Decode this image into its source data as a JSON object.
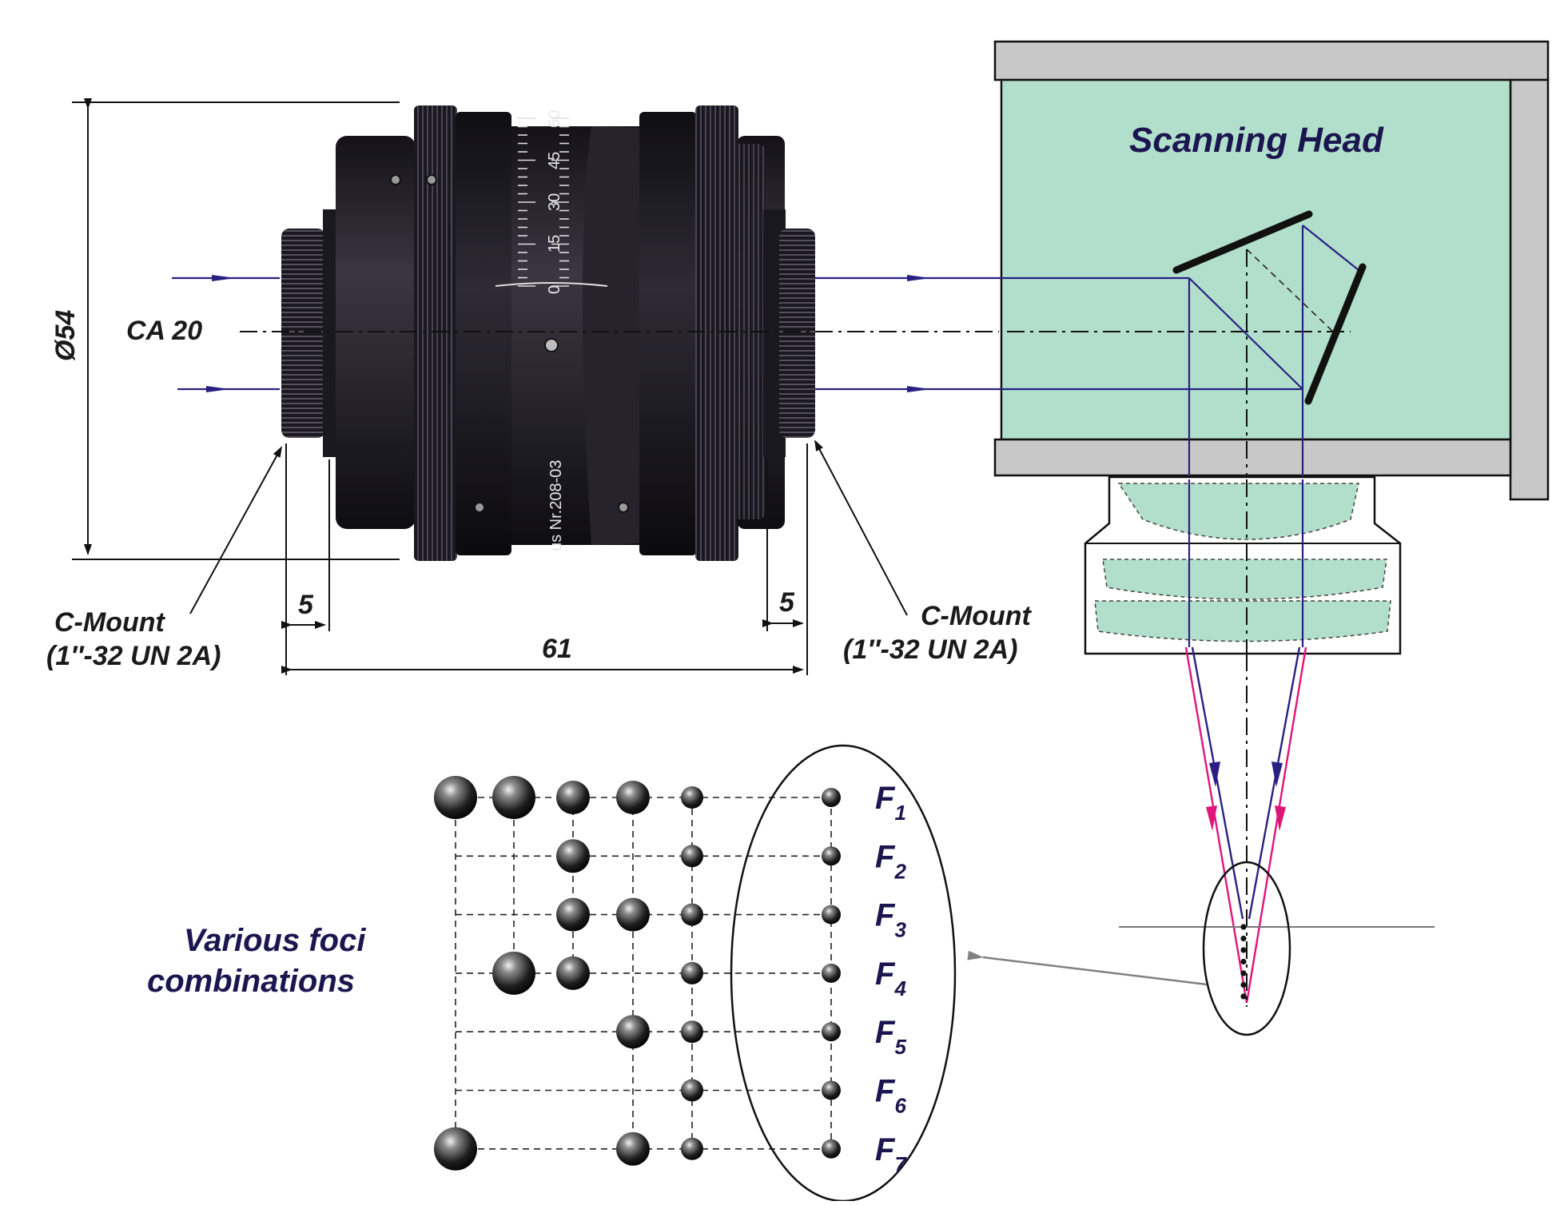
{
  "labels": {
    "diameter": "Ø54",
    "clear_aperture": "CA 20",
    "left_gap": "5",
    "right_gap": "5",
    "length": "61",
    "c_mount_left_line1": "C-Mount",
    "c_mount_left_line2": "(1″-32 UN 2A)",
    "c_mount_right_line1": "C-Mount",
    "c_mount_right_line2": "(1″-32 UN 2A)",
    "scanning_head": "Scanning Head",
    "foci_line1": "Various foci",
    "foci_line2": "combinations",
    "lens_engraving": "us Nr.208-03"
  },
  "lens_scale": [
    "0",
    "15",
    "30",
    "45",
    "60"
  ],
  "foci": [
    {
      "letter": "F",
      "sub": "1"
    },
    {
      "letter": "F",
      "sub": "2"
    },
    {
      "letter": "F",
      "sub": "3"
    },
    {
      "letter": "F",
      "sub": "4"
    },
    {
      "letter": "F",
      "sub": "5"
    },
    {
      "letter": "F",
      "sub": "6"
    },
    {
      "letter": "F",
      "sub": "7"
    }
  ],
  "foci_matrix": [
    [
      4,
      4,
      3,
      3,
      2,
      1
    ],
    [
      0,
      0,
      3,
      0,
      2,
      1
    ],
    [
      0,
      0,
      3,
      3,
      2,
      1
    ],
    [
      0,
      4,
      3,
      0,
      2,
      1
    ],
    [
      0,
      0,
      0,
      3,
      2,
      1
    ],
    [
      0,
      0,
      0,
      0,
      2,
      1
    ],
    [
      4,
      0,
      0,
      3,
      2,
      1
    ]
  ],
  "colors": {
    "head_fill": "#b2dfcc",
    "housing_gray": "#c8c8c8",
    "ray_navy": "#2a2083",
    "ray_magenta": "#e0157a",
    "label_navy": "#1c1650",
    "lens_body": "#25222c"
  }
}
